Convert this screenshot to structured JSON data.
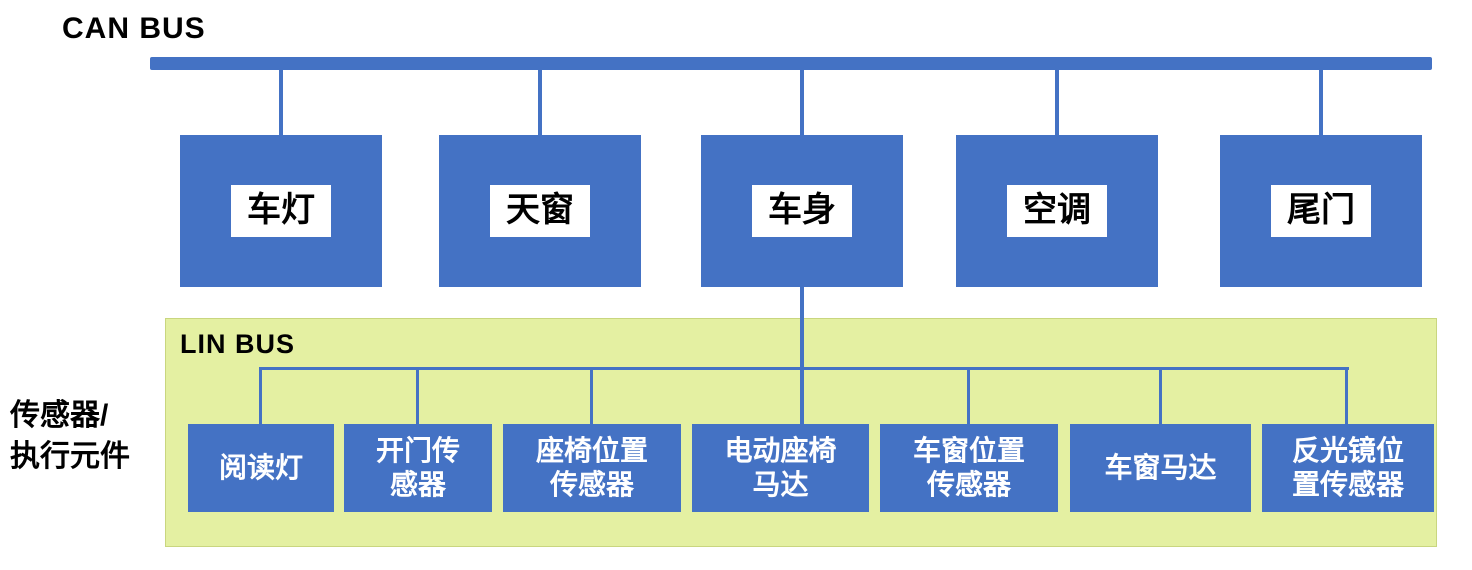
{
  "diagram": {
    "can_bus": {
      "title": "CAN BUS",
      "nodes": [
        {
          "label": "车灯"
        },
        {
          "label": "天窗"
        },
        {
          "label": "车身"
        },
        {
          "label": "空调"
        },
        {
          "label": "尾门"
        }
      ]
    },
    "lin_bus": {
      "title": "LIN BUS",
      "nodes": [
        {
          "label": "阅读灯"
        },
        {
          "label": "开门传\n感器"
        },
        {
          "label": "座椅位置\n传感器"
        },
        {
          "label": "电动座椅\n马达"
        },
        {
          "label": "车窗位置\n传感器"
        },
        {
          "label": "车窗马达"
        },
        {
          "label": "反光镜位\n置传感器"
        }
      ]
    },
    "side_label": "传感器/\n执行元件",
    "colors": {
      "node_blue": "#4472C4",
      "lin_background": "#E4F0A2",
      "text_on_blue": "#FFFFFF",
      "text_on_white": "#000000"
    }
  }
}
